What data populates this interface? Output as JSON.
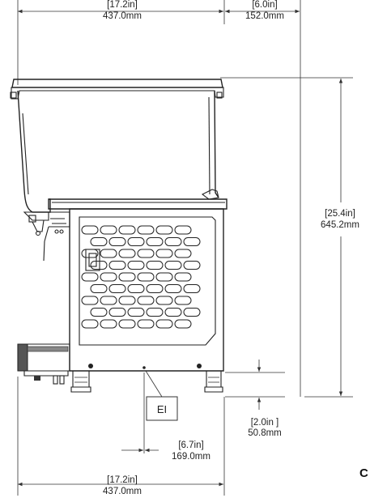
{
  "dimensions": {
    "top_width": {
      "in": "[17.2in]",
      "mm": "437.0mm"
    },
    "top_depth": {
      "in": "[6.0in]",
      "mm": "152.0mm"
    },
    "height": {
      "in": "[25.4in]",
      "mm": "645.2mm"
    },
    "leg": {
      "in": "[2.0in ]",
      "mm": "50.8mm"
    },
    "offset": {
      "in": "[6.7in]",
      "mm": "169.0mm"
    },
    "bottom_width": {
      "in": "[17.2in]",
      "mm": "437.0mm"
    }
  },
  "callout_label": "EI",
  "corner_letter": "C",
  "grille": {
    "rows": 9,
    "cols": 6
  }
}
